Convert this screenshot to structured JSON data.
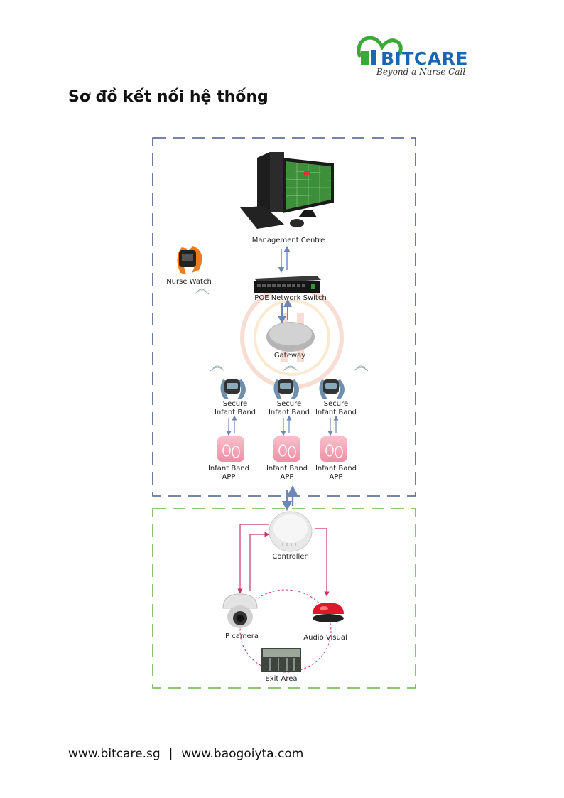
{
  "brand": {
    "logo_text": "BITCARE",
    "tagline": "Beyond a Nurse Call",
    "color_green": "#3aa935",
    "color_blue": "#1b66b1"
  },
  "title": "Sơ đồ kết nối hệ thống",
  "diagram": {
    "nodes": {
      "management_centre": "Management Centre",
      "nurse_watch": "Nurse Watch",
      "poe_switch": "POE Network Switch",
      "gateway": "Gateway",
      "band1_line1": "Secure",
      "band1_line2": "Infant Band",
      "band2_line1": "Secure",
      "band2_line2": "Infant Band",
      "band3_line1": "Secure",
      "band3_line2": "Infant Band",
      "app1_line1": "Infant Band",
      "app1_line2": "APP",
      "app2_line1": "Infant Band",
      "app2_line2": "APP",
      "app3_line1": "Infant Band",
      "app3_line2": "APP",
      "controller": "Controller",
      "ip_camera": "IP camera",
      "audio_visual": "Audio Visual",
      "exit_area": "Exit Area"
    },
    "colors": {
      "upper_border": "#4a5a8a",
      "lower_border": "#6cb04a",
      "arrow_blue": "#6d87b8",
      "arrow_pink": "#c8356a",
      "app_tile": "#f4a3b4",
      "band_strap": "#6f8fae",
      "watch_orange": "#ef7b1a",
      "alarm_red": "#e0182b"
    }
  },
  "footer": {
    "site1": "www.bitcare.sg",
    "separator": "|",
    "site2": "www.baogoiyta.com"
  }
}
